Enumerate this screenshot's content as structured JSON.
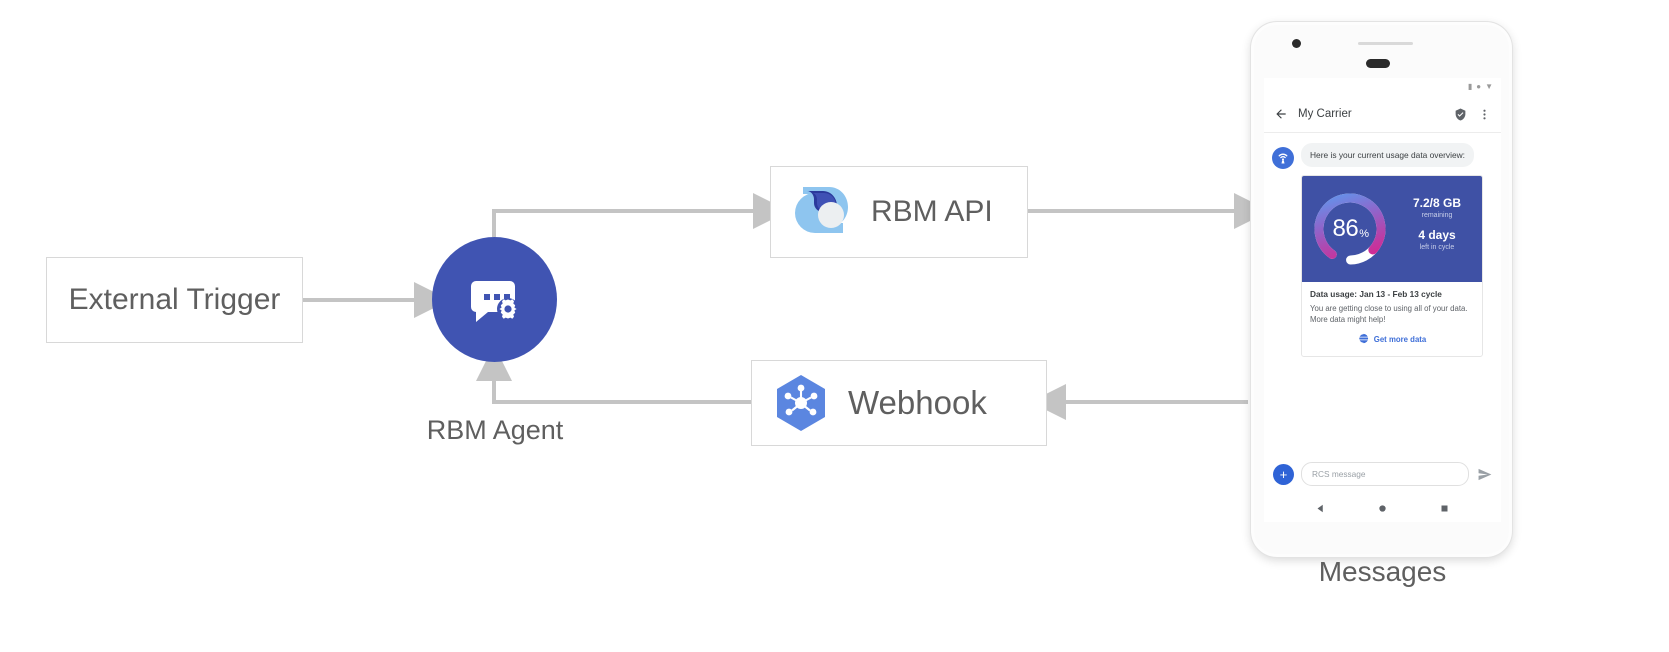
{
  "diagram": {
    "nodes": {
      "external_trigger": "External Trigger",
      "rbm_agent": "RBM Agent",
      "rbm_api": "RBM API",
      "webhook": "Webhook",
      "messages": "Messages"
    },
    "icons": {
      "rbm_agent": "chat-bubble-gear-icon",
      "rbm_api": "rbm-api-droplet-logo",
      "webhook": "cloud-functions-hexagon-icon"
    },
    "colors": {
      "agent_blue": "#4054b2",
      "webhook_blue": "#5b86e0",
      "api_light_blue": "#8ec5ef",
      "api_dark_blue": "#2b3a9c",
      "box_border": "#d8d8d8",
      "arrow_gray": "#c4c4c4",
      "label_gray": "#5f5f5f"
    }
  },
  "phone": {
    "status_bar": {
      "icons": [
        "signal-icon",
        "wifi-icon",
        "battery-icon"
      ]
    },
    "app_bar": {
      "back_icon": "back-arrow-icon",
      "title": "My Carrier",
      "verified_icon": "verified-shield-icon",
      "overflow_icon": "more-vert-icon"
    },
    "conversation": {
      "agent_avatar_icon": "carrier-antenna-icon",
      "message": "Here is your current usage data overview:"
    },
    "rich_card": {
      "gauge": {
        "percent": "86",
        "percent_symbol": "%",
        "value": 86,
        "gradient_from": "#5b9bf0",
        "gradient_mid": "#9b5fc4",
        "gradient_to": "#d6258f",
        "track": "#ffffff"
      },
      "data_remaining": "7.2/8 GB",
      "data_remaining_sub": "remaining",
      "days_left": "4 days",
      "days_left_sub": "left in cycle",
      "card_bg": "#3f51a5",
      "title": "Data usage: Jan 13 - Feb 13 cycle",
      "description": "You are getting close to using all of your data. More data might help!",
      "action_label": "Get more data",
      "action_icon": "globe-icon"
    },
    "composer": {
      "plus_icon": "plus-icon",
      "input_placeholder": "RCS message",
      "input_value": "",
      "send_icon": "send-icon"
    },
    "nav_bar": {
      "back_icon": "nav-back-triangle-icon",
      "home_icon": "nav-home-circle-icon",
      "recents_icon": "nav-recents-square-icon"
    }
  }
}
